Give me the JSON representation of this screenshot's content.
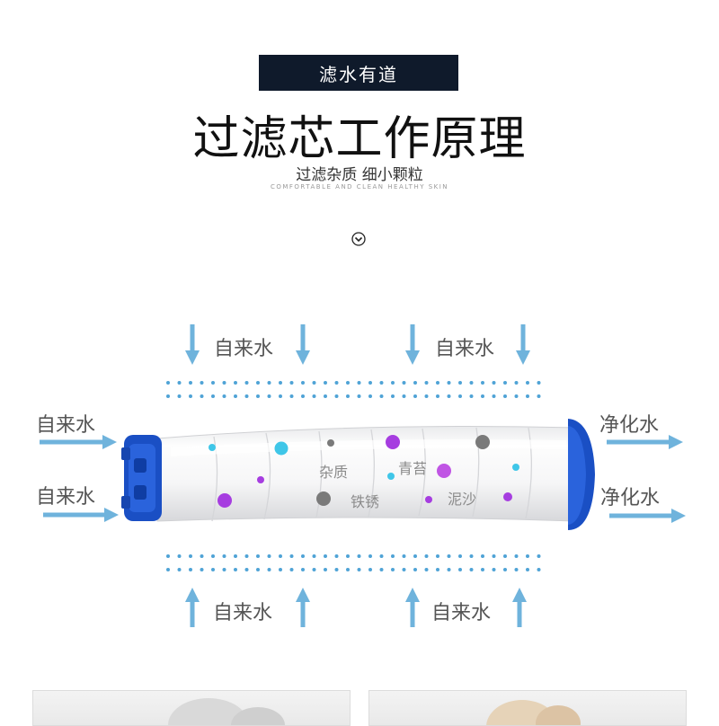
{
  "banner": {
    "text": "滤水有道"
  },
  "title": "过滤芯工作原理",
  "subtitle": "过滤杂质 细小颗粒",
  "subtitle_en": "COMFORTABLE AND CLEAN HEALTHY SKIN",
  "labels": {
    "top_left": "自来水",
    "top_right": "自来水",
    "left_upper": "自来水",
    "left_lower": "自来水",
    "right_upper": "净化水",
    "right_lower": "净化水",
    "bottom_left": "自来水",
    "bottom_right": "自来水"
  },
  "impurities": {
    "sundries": "杂质",
    "moss": "青苔",
    "rust": "铁锈",
    "silt": "泥沙"
  },
  "colors": {
    "banner_bg": "#0f1a2b",
    "arrow": "#6fb3dc",
    "dots": "#4fa3d6",
    "cap_blue": "#1a4fc4",
    "particle_purple": "#a63de0",
    "particle_cyan": "#3fc6e8",
    "particle_gray": "#7a7a7a"
  },
  "icons": {
    "scroll_down": "chevron-down-circle-icon"
  }
}
